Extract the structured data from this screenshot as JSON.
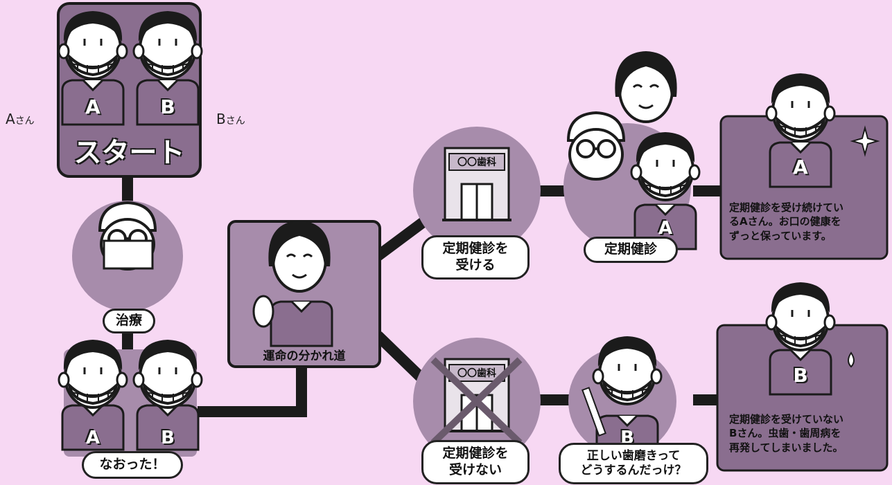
{
  "labels": {
    "person_a_letter": "A",
    "person_a_suffix": "さん",
    "person_b_letter": "B",
    "person_b_suffix": "さん",
    "start": "スタート",
    "treatment": "治療",
    "healed": "なおった！",
    "crossroads": "運命の分かれ道",
    "clinic_sign": "〇〇歯科",
    "regular_checkup_yes_line1": "定期健診を",
    "regular_checkup_yes_line2": "受ける",
    "regular_checkup_no_line1": "定期健診を",
    "regular_checkup_no_line2": "受けない",
    "checkup": "定期健診",
    "brushing_line1": "正しい歯磨きって",
    "brushing_line2": "どうするんだっけ？",
    "result_a_line1": "定期健診を受け続けてい",
    "result_a_line2": "るAさん。お口の健康を",
    "result_a_line3": "ずっと保っています。",
    "result_b_line1": "定期健診を受けていない",
    "result_b_line2": "Bさん。虫歯・歯周病を",
    "result_b_line3": "再発してしまいました。",
    "shirt_a": "A",
    "shirt_b": "B"
  },
  "colors": {
    "background": "#f7d8f3",
    "node_fill": "#a78cab",
    "node_dark": "#8a6e8f",
    "line": "#1b1b1b",
    "face": "#ffffff",
    "hair": "#1b1b1b"
  }
}
